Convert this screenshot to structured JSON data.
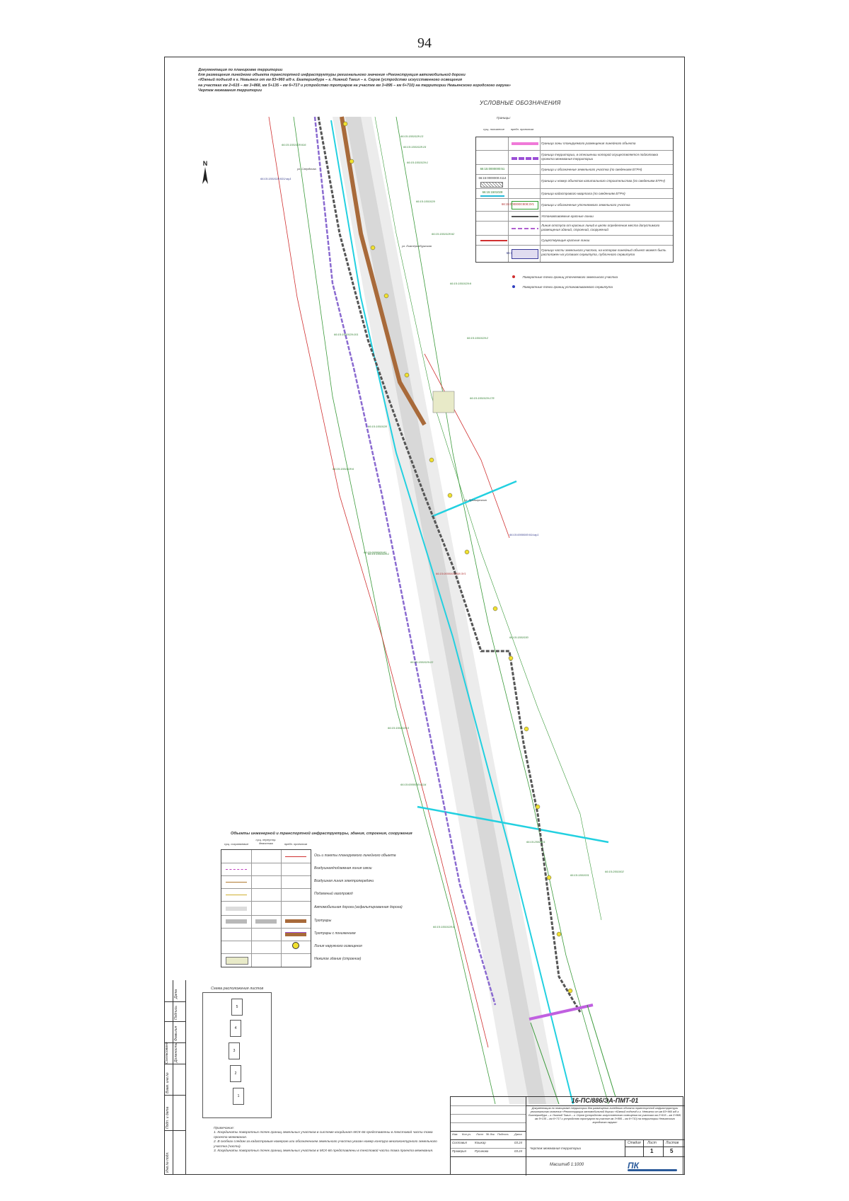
{
  "page_number": "94",
  "header": {
    "lines": [
      "Документация по планировке территории",
      "для размещения линейного объекта транспортной инфраструктуры регионального значения «Реконструкция автомобильной дороги",
      "«Южный подъезд к г. Невьянск от км 83+960 а/д г. Екатеринбург – г. Нижний Тагил – г. Серов (устройство искусственного освещения",
      "на участках км 2+615 – км 3+868, км 5+135 – км 6+717 и устройство тротуаров на участке км 3+895 – км 6+710) на территории Невьянского городского округа»",
      "Чертеж межевания территории"
    ]
  },
  "north": "N",
  "legend": {
    "title": "УСЛОВНЫЕ ОБОЗНАЧЕНИЯ",
    "group": "Границы:",
    "col_existing": "сущ. положение",
    "col_proposed": "предл. проектом",
    "rows": [
      {
        "code": "",
        "text": "Граница зоны планируемого размещения линейного объекта",
        "color": "#f07ad8"
      },
      {
        "code": "",
        "text": "Граница территории, в отношении которой осуществляется подготовка проекта межевания территории",
        "color": "#9b4fd6"
      },
      {
        "code": "66:15:0000000:51",
        "text": "Граница и обозначение земельного участка (по сведениям ЕГРН)",
        "color": "#2a8a2a"
      },
      {
        "code": "66:15:0000000:4114",
        "text": "Граница и номер объектов капитального строительства (по сведениям ЕГРН)",
        "color": "#777777"
      },
      {
        "code": "66:15:1501028",
        "text": "Граница кадастрового квартала (по сведениям ЕГРН)",
        "color": "#22b8d8"
      },
      {
        "code": "66:15:0000000:808:ЗУ1",
        "text": "Граница и обозначение уточняемого земельного участка",
        "color": "#2a9a2a"
      },
      {
        "code": "",
        "text": "Устанавливаемые красные линии",
        "color": "#555555"
      },
      {
        "code": "",
        "text": "Линия отступа от красных линий в целях определения места допустимого размещения зданий, строений, сооружений",
        "color": "#b05fd0"
      },
      {
        "code": "",
        "text": "Существующие красные линии",
        "color": "#d03030"
      },
      {
        "code": "66:15:0000000:91/чзу1",
        "text": "Граница части земельного участка, на котором линейный объект может быть расположен на условиях сервитута, публичного сервитута",
        "color": "#3a3a9a"
      }
    ],
    "points": [
      {
        "text": "Поворотные точки границ уточняемого земельного участка",
        "color": "#d03030"
      },
      {
        "text": "Поворотные точки границ устанавливаемого сервитута",
        "color": "#3040c0"
      }
    ]
  },
  "map_labels": [
    "66:15:1501028:916",
    "66:15:1501028:13",
    "66:15:1501028:15",
    "66:15:1501029:1",
    "66:15:1501028:931/чзу1",
    "66:15:1501028",
    "66:15:1501029",
    "66:15:1501029:101",
    "66:15:1501029:2",
    "66:15:1501029:9",
    "66:15:1501028:6",
    "66:15:1501028:1",
    "66:15:0000000:81",
    "66:15:1501028:92",
    "66:15:1501029:178",
    "66:15:0000000:91/чзу1",
    "66:15:0000000:808:ЗУ1",
    "66:15:1501031",
    "66:15:1501030",
    "66:15:1501029:22",
    "66:15:0000000:4114",
    "66:15:1501028:3",
    "66:15:1501028:4",
    "66:15:2501001",
    "66:15:2501002"
  ],
  "street_labels": [
    "ул. Свердлова",
    "ул. Екатеринбургская",
    "ул. Луначарского"
  ],
  "objects": {
    "title": "Объекты инженерной и транспортной инфраструктуры, здания, строения, сооружения",
    "col_existing": "сущ. сохраняемые",
    "col_reconstructed": "сущ. переустр. демонтаж",
    "col_proposed": "предл. проектом",
    "rows": [
      "Ось и пикеты планируемого линейного объекта",
      "Воздушная/подземная линия связи",
      "Воздушная линия электропередачи",
      "Подземный газопровод",
      "Автомобильная дорога (асфальтированная дорога)",
      "Тротуары",
      "Тротуары с понижением",
      "Линия наружного освещения",
      "Нежилое здание (строение)"
    ]
  },
  "scheme": {
    "title": "Схема расположения листов",
    "sheets": [
      "5",
      "4",
      "3",
      "2",
      "1"
    ]
  },
  "notes": {
    "title": "Примечание:",
    "items": [
      "1. Координаты поворотных точек границ земельных участков в системе координат МСК-66 представлены в текстовой части тома проекта межевания.",
      "2. В скобках следом за кадастровым номером или обозначением земельного участка указан номер контура многоконтурного земельного участка (части).",
      "3. Координаты поворотных точек границ земельных участков в МСК-66 представлены в текстовой части тома проекта межевания."
    ]
  },
  "left_strip": [
    "Согласовано",
    "Должность",
    "Фамилия",
    "Подпись",
    "Дата",
    "Взам. инв.№",
    "Подп. и дата",
    "Инв.№ подл."
  ],
  "stamp": {
    "code": "16-ПС/886/ЭА-ПМТ-01",
    "description": "Документация по планировке территории для размещения линейного объекта транспортной инфраструктуры регионального значения «Реконструкция автомобильной дороги «Южный подъезд к г. Невьянск от км 83+960 а/д г. Екатеринбург – г. Нижний Тагил – г. Серов (устройство искусственного освещения на участках км 2+615 – км 3+868, км 5+135 – км 6+717 и устройство тротуаров на участке км 3+895 – км 6+710) на территории Невьянского городского округа»",
    "col_headers": [
      "Изм.",
      "Кол.уч.",
      "Лист",
      "№ док.",
      "Подпись",
      "Дата"
    ],
    "rows": [
      {
        "role": "Составил",
        "name": "Кошкар",
        "date": "03.24"
      },
      {
        "role": "Проверил",
        "name": "Русинова",
        "date": "03.24"
      }
    ],
    "drawing_name": "Чертеж межевания территории",
    "stage_label": "Стадия",
    "sheet_label": "Лист",
    "sheets_label": "Листов",
    "sheet": "1",
    "sheets": "5",
    "scale": "Масштаб 1:1000",
    "logo": "ПК"
  }
}
